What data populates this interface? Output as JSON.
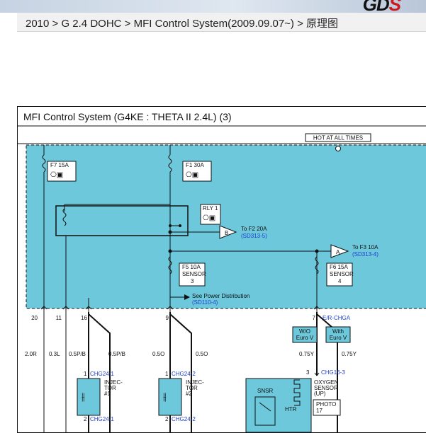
{
  "header": {
    "logo_text": "GD",
    "logo_accent": "S",
    "breadcrumb": "2010 > G 2.4 DOHC > MFI Control System(2009.09.07~) > 原理图"
  },
  "diagram": {
    "title": "MFI Control System  (G4KE : THETA II 2.4L) (3)",
    "hot_label": "HOT AT ALL TIMES",
    "fuses": {
      "f7": "F7 15A",
      "f1": "F1 30A",
      "f5_name": "F5 10A",
      "f5_sub": "SENSOR",
      "f5_num": "3",
      "f6_name": "F6 15A",
      "f6_sub": "SENSOR",
      "f6_num": "4"
    },
    "relay": "RLY 1",
    "refs": {
      "b_letter": "B",
      "b_text": "To F2 20A",
      "b_ref": "(SD313-5)",
      "a_letter": "A",
      "a_text": "To F3 10A",
      "a_ref": "(SD313-4)",
      "power_text": "See Power Distribution",
      "power_ref": "(SD110-4)"
    },
    "pins": {
      "p20": "20",
      "p11": "11",
      "p16": "16",
      "p9": "9",
      "p7": "7",
      "p7_conn": "E/R-CHGA"
    },
    "wires": {
      "w1": "2.0R",
      "w2": "0.3L",
      "w3": "0.5P/B",
      "w4": "0.5P/B",
      "w5": "0.5O",
      "w6": "0.5O",
      "w7": "0.75Y",
      "w8": "0.75Y"
    },
    "variants": {
      "wo_line1": "W/O",
      "wo_line2": "Euro V",
      "with_line1": "With",
      "with_line2": "Euro V"
    },
    "injector1": {
      "conn_top_pin": "1",
      "conn_top": "CHG24-1",
      "name_l1": "INJEC-",
      "name_l2": "TOR",
      "name_l3": "#1",
      "conn_bot_pin": "2",
      "conn_bot": "CHG24-1"
    },
    "injector2": {
      "conn_top_pin": "1",
      "conn_top": "CHG24-2",
      "name_l1": "INJEC-",
      "name_l2": "TOR",
      "name_l3": "#2",
      "conn_bot_pin": "2",
      "conn_bot": "CHG24-2"
    },
    "oxygen": {
      "conn_pin": "3",
      "conn": "CHG16-3",
      "name_l1": "OXYGEN",
      "name_l2": "SENSOR",
      "name_l3": "(UP)",
      "photo_l1": "PHOTO",
      "photo_l2": "17",
      "snsr": "SNSR",
      "htr": "HTR"
    }
  },
  "colors": {
    "fuse_box": "#6cc8da",
    "wire_blue": "#1c3fd0"
  }
}
